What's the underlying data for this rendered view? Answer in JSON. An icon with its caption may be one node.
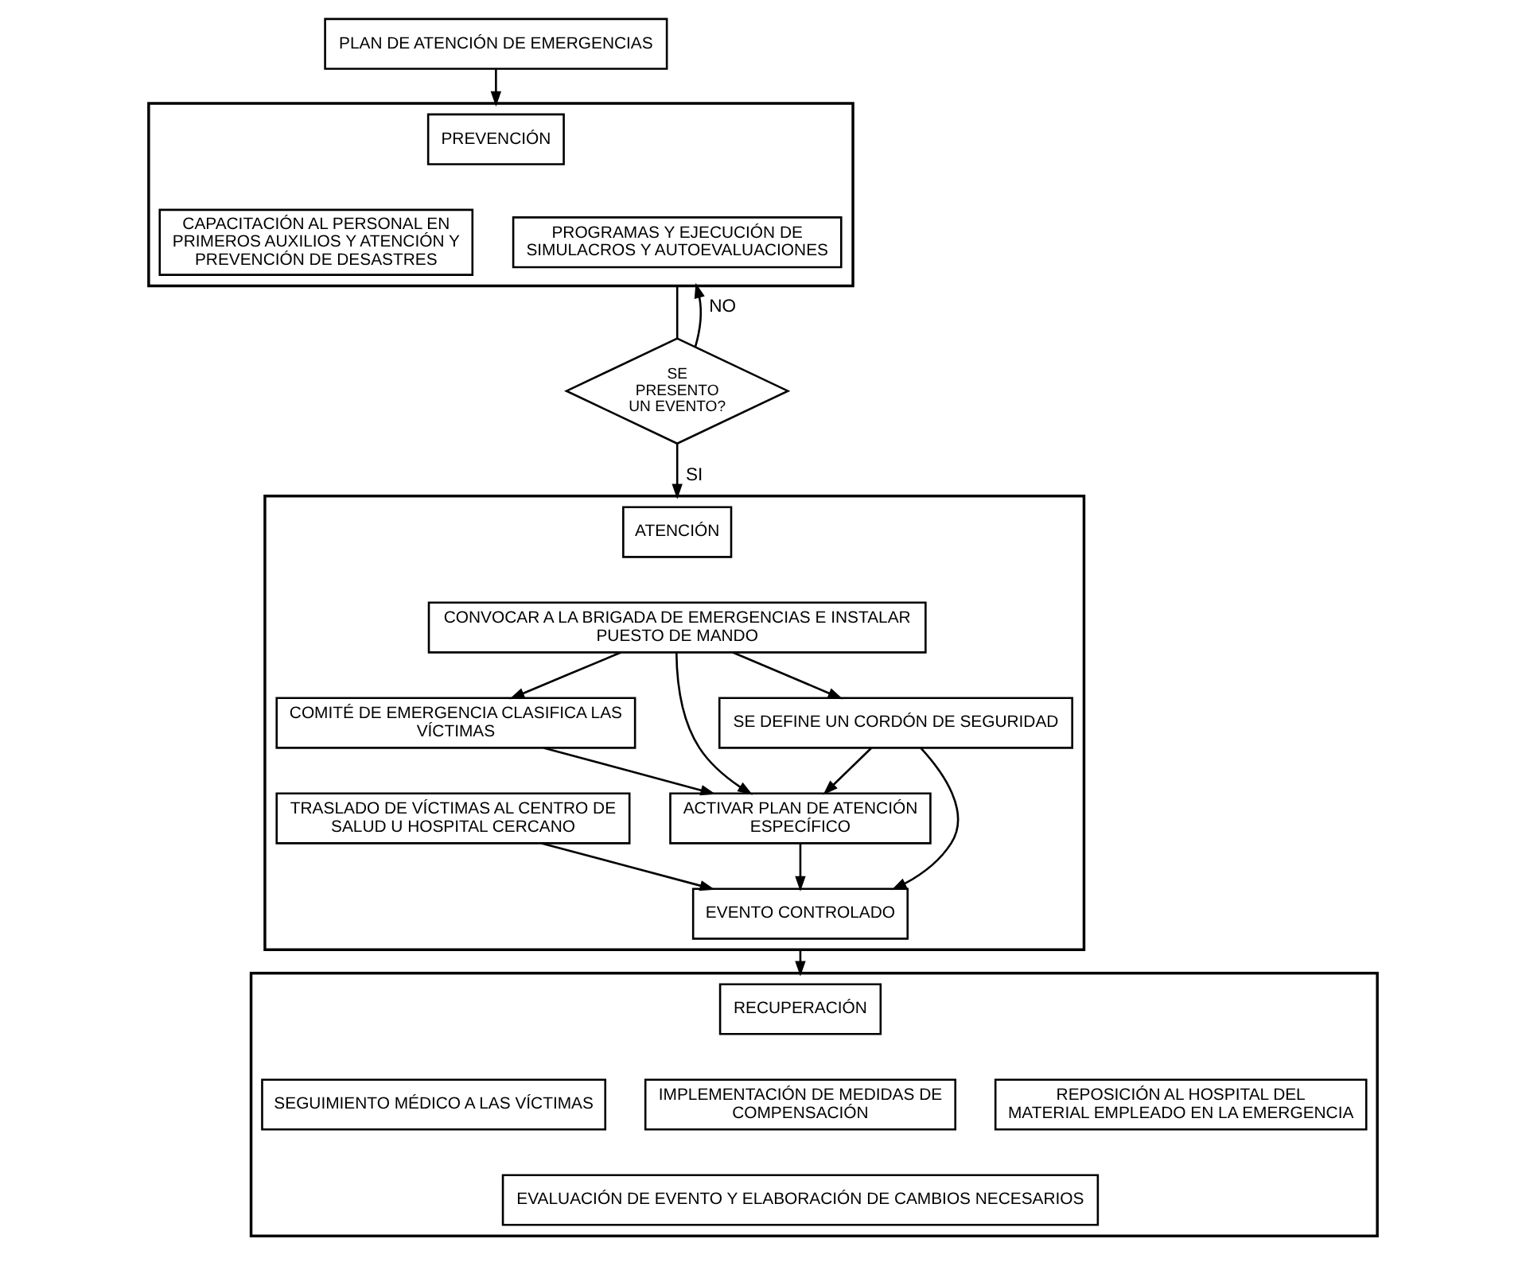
{
  "diagram": {
    "nodes": [
      {
        "text": [
          "PLAN DE ATENCIÓN DE EMERGENCIAS"
        ]
      },
      {
        "text": [],
        "shape": "box"
      },
      {
        "text": [
          "PREVENCIÓN"
        ],
        "in": 1
      },
      {
        "text": [
          "CAPACITACIÓN AL PERSONAL EN PRIMEROS AUXILIOS Y ATENCIÓN Y PREVENCIÓN DE DESASTRES"
        ],
        "in": 1
      },
      {
        "text": [
          "PROGRAMAS Y EJECUCIÓN DE SIMULACROS Y AUTOEVALUACIONES"
        ],
        "in": 1
      },
      {
        "text": [
          "SE PRESENTO UN EVENTO?"
        ]
      },
      {
        "text": [],
        "shape": "box"
      },
      {
        "text": [
          "ATENCIÓN"
        ],
        "in": 6
      },
      {
        "text": [
          "CONVOCAR A LA BRIGADA DE EMERGENCIAS E INSTALAR PUESTO DE MANDO"
        ],
        "in": 6
      },
      {
        "text": [
          "COMITÉ DE EMERGENCIA CLASIFICA LAS VÍCTIMAS"
        ],
        "in": 6
      },
      {
        "text": [
          "SE DEFINE UN CORDÓN DE SEGURIDAD"
        ],
        "in": 6
      },
      {
        "text": [
          "ACTIVAR PLAN DE ATENCIÓN ESPECÍFICO"
        ],
        "in": 6
      },
      {
        "text": [
          "TRASLADO DE VÍCTIMAS AL CENTRO DE SALUD U HOSPITAL CERCANO"
        ],
        "in": 6
      },
      {
        "text": [
          "EVENTO CONTROLADO"
        ],
        "in": 6
      },
      {
        "text": [],
        "shape": "box"
      },
      {
        "text": [
          "RECUPERACIÓN"
        ],
        "in": 14
      },
      {
        "text": [
          "SEGUIMIENTO MÉDICO A LAS VÍCTIMAS"
        ],
        "in": 14
      },
      {
        "text": [
          "IMPLEMENTACIÓN DE MEDIDAS DE COMPENSACIÓN"
        ],
        "in": 14
      },
      {
        "text": [
          "REPOSICIÓN AL HOSPITAL DEL MATERIAL EMPLEADO EN LA EMERGENCIA"
        ],
        "in": 14
      },
      {
        "text": [
          "EVALUACIÓN DE EVENTO Y ELABORACIÓN DE CAMBIOS NECESARIOS"
        ],
        "in": 14
      }
    ],
    "edges": [
      {
        "from": 0,
        "to": 1,
        "arrow": "to"
      },
      {
        "from": 1,
        "to": 5,
        "arrow": "none"
      },
      {
        "from": 5,
        "to": 1,
        "arrow": "to",
        "label": "NO"
      },
      {
        "from": 5,
        "to": 6,
        "arrow": "to",
        "label": "SI"
      },
      {
        "from": 8,
        "to": 9,
        "arrow": "to"
      },
      {
        "from": 8,
        "to": 10,
        "arrow": "to"
      },
      {
        "from": 8,
        "to": 11,
        "arrow": "to"
      },
      {
        "from": 9,
        "to": 11,
        "arrow": "to"
      },
      {
        "from": 10,
        "to": 11,
        "arrow": "to"
      },
      {
        "from": 11,
        "to": 13,
        "arrow": "to"
      },
      {
        "from": 12,
        "to": 13,
        "arrow": "to"
      },
      {
        "from": 10,
        "to": 13,
        "arrow": "to"
      },
      {
        "from": 6,
        "to": 14,
        "arrow": "to"
      }
    ]
  }
}
